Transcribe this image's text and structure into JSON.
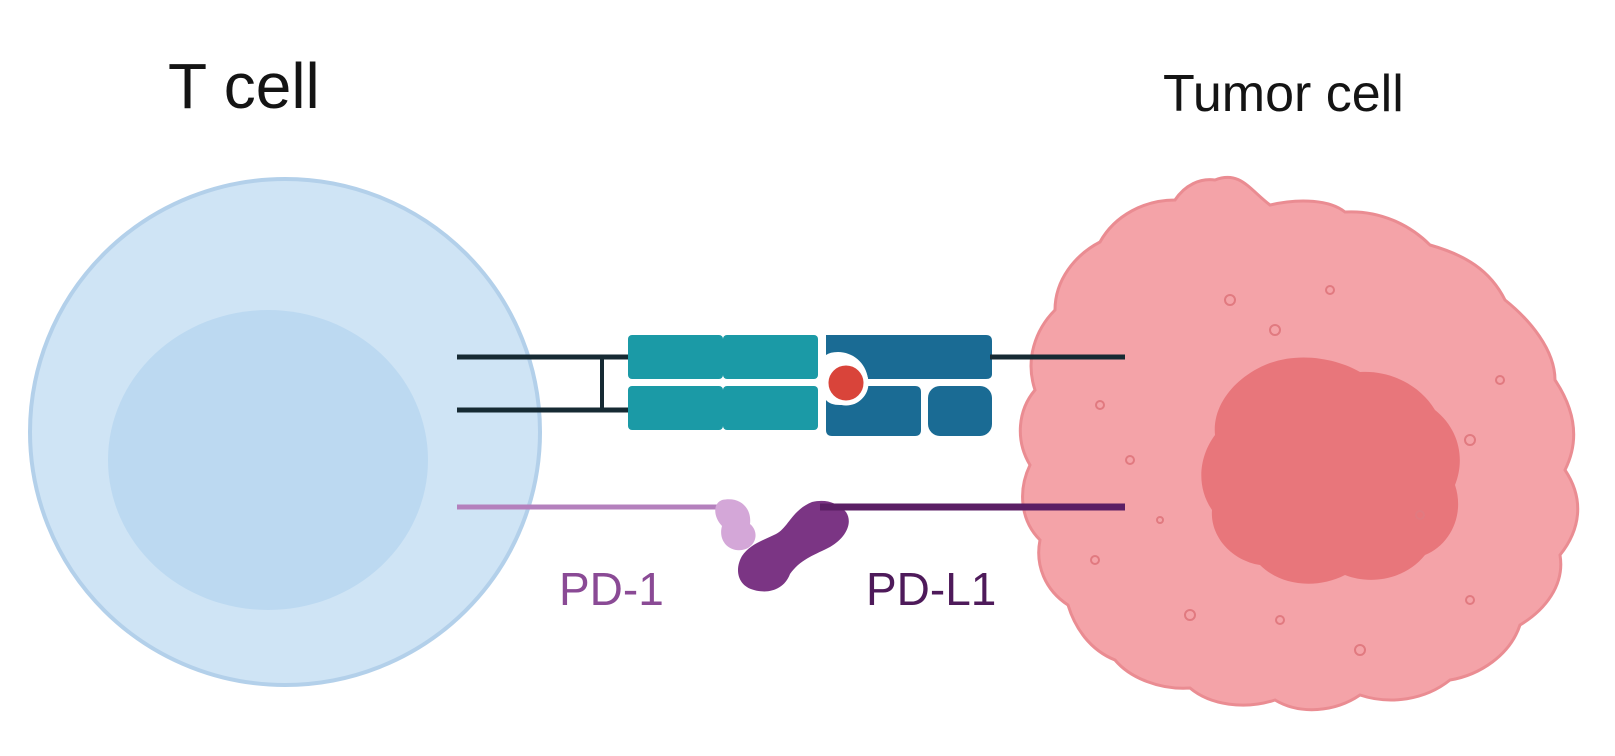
{
  "labels": {
    "t_cell": "T cell",
    "tumor_cell": "Tumor cell",
    "pd1": "PD-1",
    "pdl1": "PD-L1"
  },
  "colors": {
    "t_cell_membrane": "#c9e0f3",
    "t_cell_nucleus": "#b7d5ef",
    "tumor_cell": "#f3a2a6",
    "tumor_nucleus": "#e97276",
    "tcr_teal": "#1b9aa6",
    "mhc_blue": "#1a6b94",
    "antigen_red": "#d9443a",
    "pd1_purple": "#9a5aa3",
    "pdl1_purple": "#6f2f78",
    "line_dark": "#162a33"
  }
}
